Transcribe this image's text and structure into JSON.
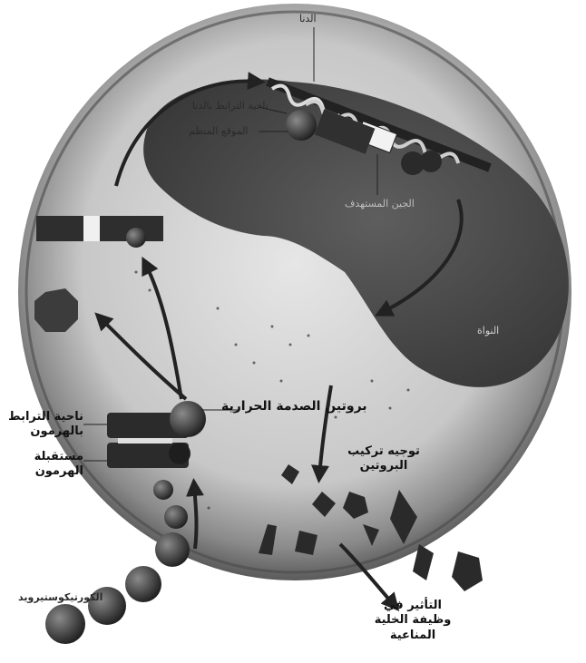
{
  "diagram": {
    "labels": {
      "heat_shock_protein": "بروتين الصدمة الحرارية",
      "protein_synthesis_direction": "توجيه تركيب البروتين",
      "effect_on_immune_cell": "التأثير في وظيفة الخلية المناعية",
      "hormone_binding_region": "ناحية الترابط بالهرمون",
      "hormone_receptor": "مستقبلة الهرمون",
      "corticosteroid": "الكورتيكوستيرويد",
      "nucleus": "النواة",
      "dna_top": "الدنا",
      "dna_binding_region": "ناحية الترابط بالدنا",
      "regulatory_site": "الموقع المنظم",
      "target_gene": "الجين المستهدف"
    }
  }
}
